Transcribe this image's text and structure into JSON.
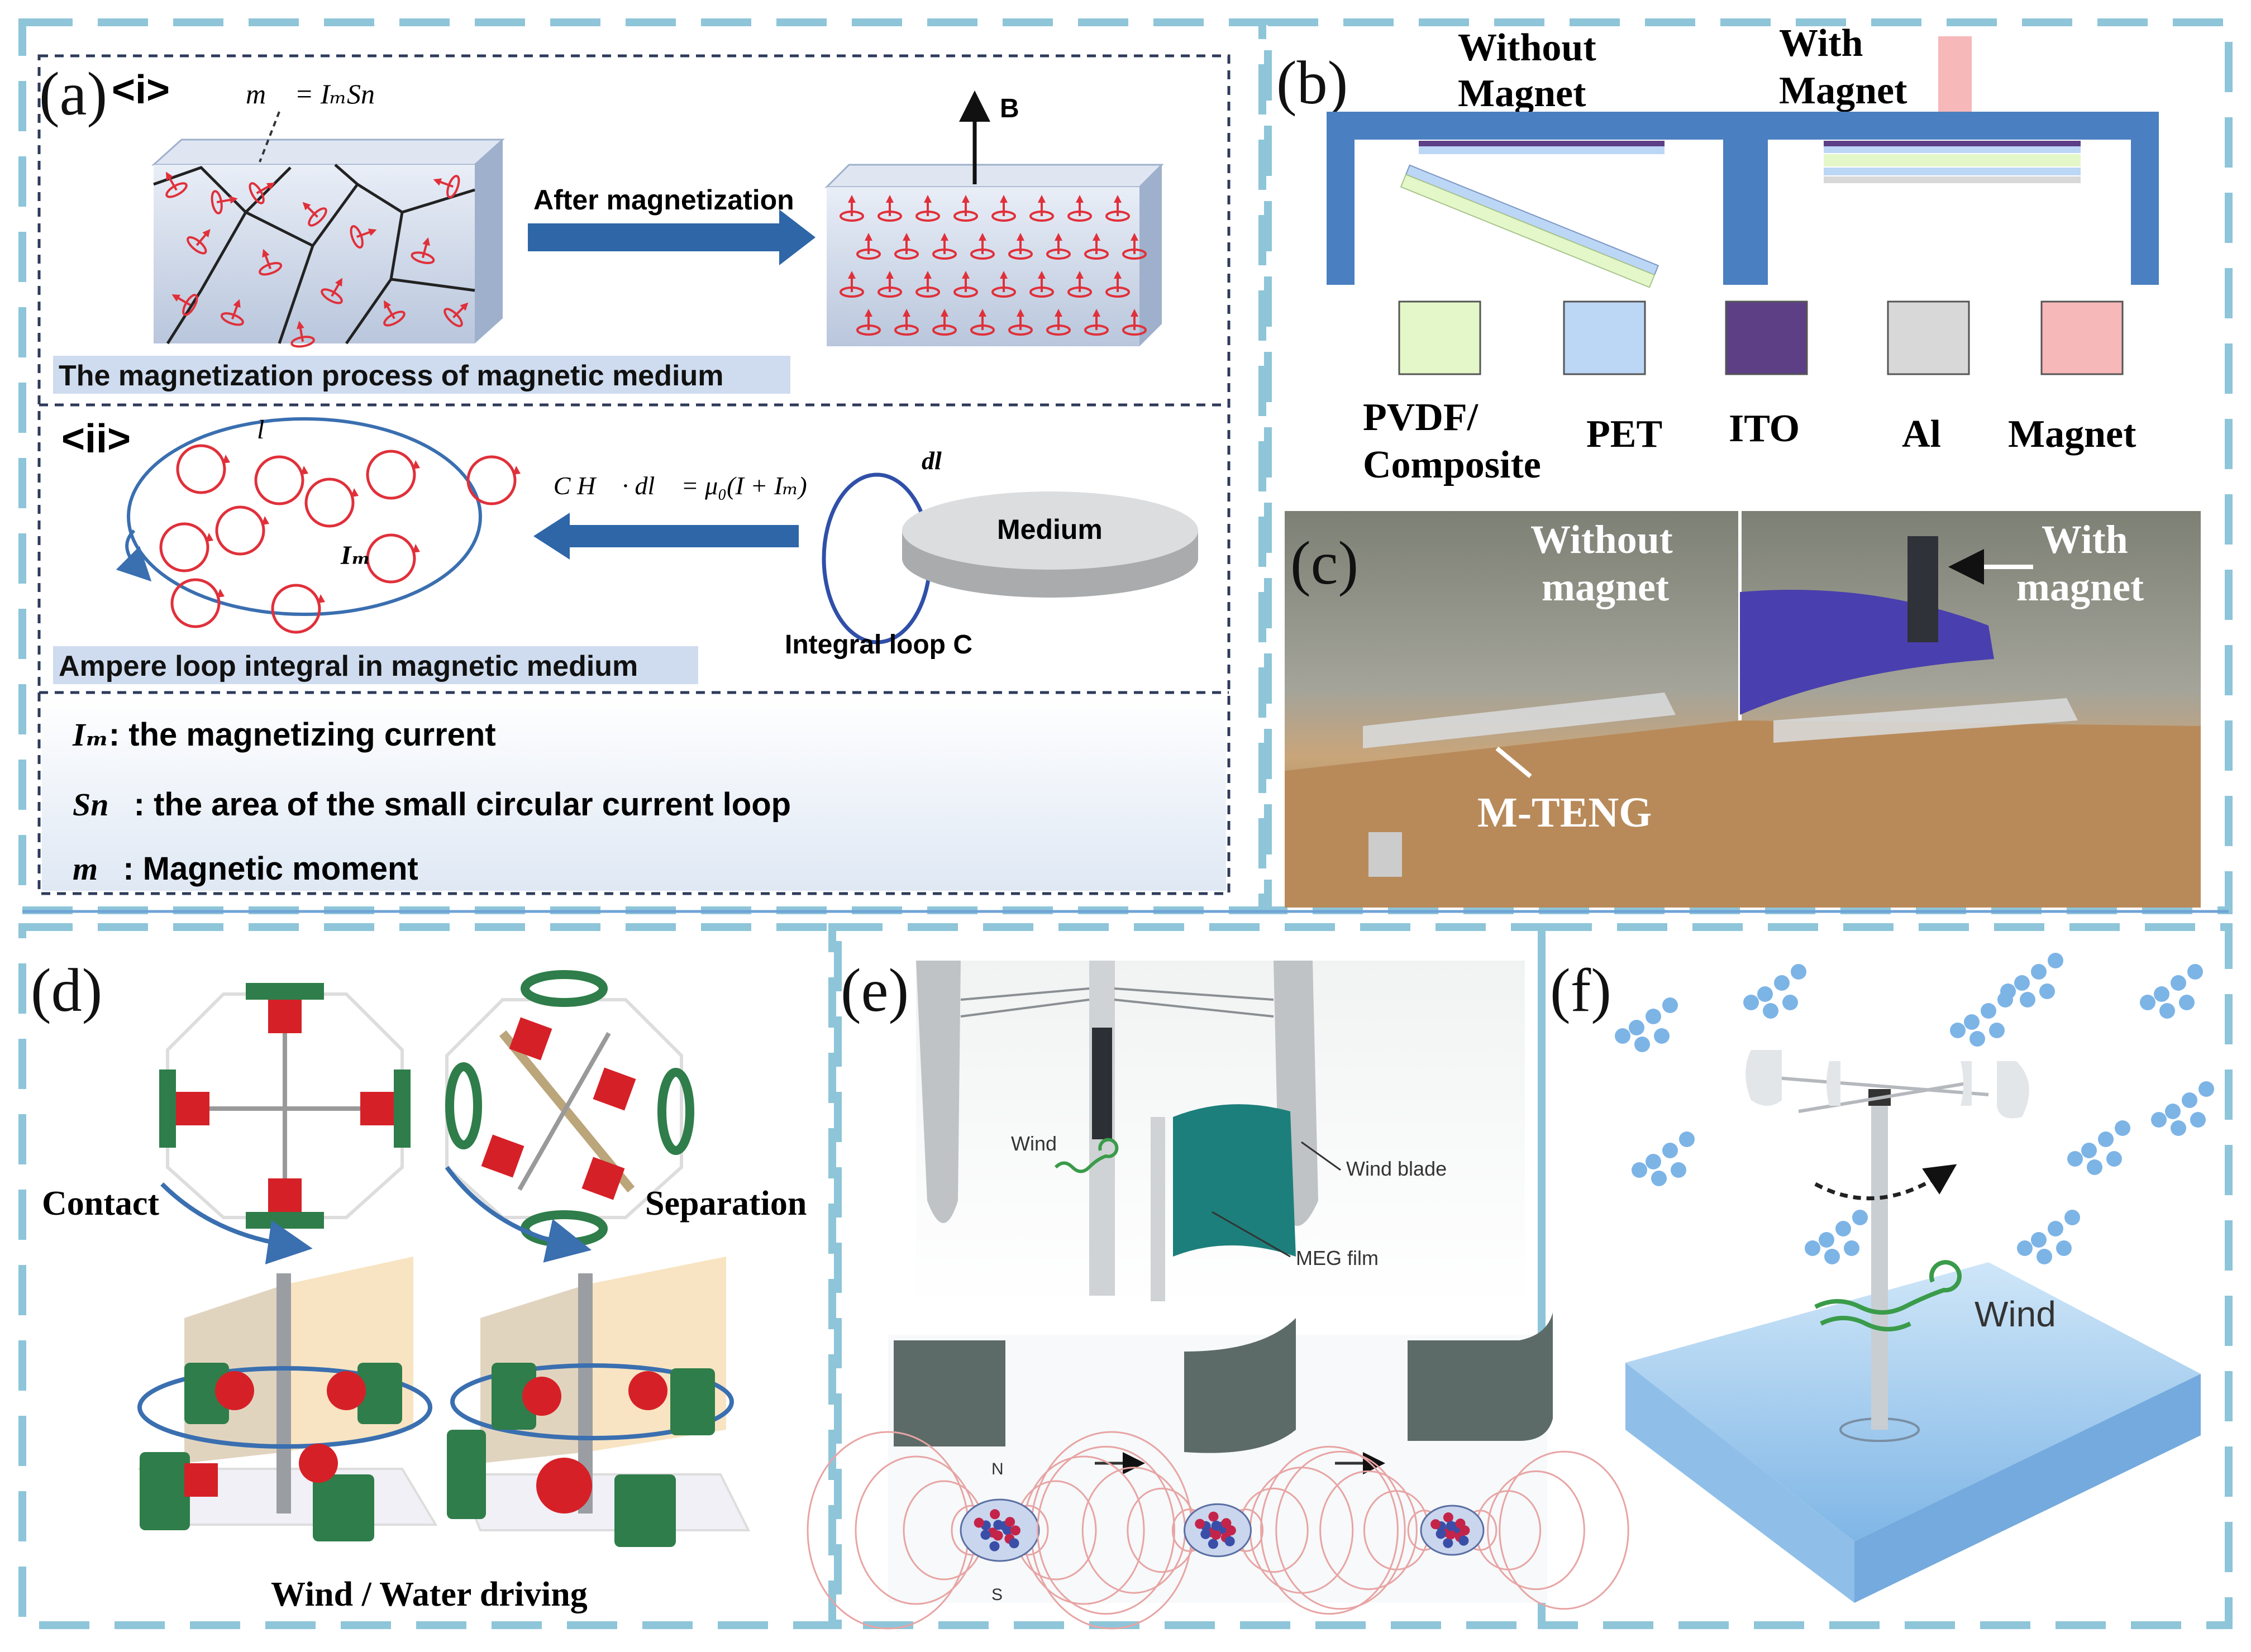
{
  "panel_a": {
    "label": "(a)",
    "sub_i": {
      "tag": "<i>",
      "moment_formula": "m⃗ = IₘSn⃗",
      "b_label": "B",
      "arrow_label": "After magnetization",
      "caption": "The magnetization process of magnetic medium"
    },
    "sub_ii": {
      "tag": "<ii>",
      "l_label": "l",
      "im_label": "Iₘ",
      "integral": "∮C H⃗ · dl⃗ = μ₀(I + Iₘ)",
      "dl_label": "dl⃗",
      "medium_label": "Medium",
      "loop_label": "Integral loop C",
      "caption": "Ampere loop integral in magnetic medium"
    },
    "legend": [
      {
        "sym": "Iₘ",
        "text": ": the magnetizing current"
      },
      {
        "sym": "Sn⃗",
        "text": ": the area of the small circular current loop"
      },
      {
        "sym": "m⃗",
        "text": ": Magnetic moment"
      }
    ]
  },
  "panel_b": {
    "label": "(b)",
    "without_title": [
      "Without",
      "Magnet"
    ],
    "with_title": [
      "With",
      "Magnet"
    ],
    "legend": [
      {
        "name": "PVDF/\nComposite",
        "color": "#e4f7c8"
      },
      {
        "name": "PET",
        "color": "#bcd6f6"
      },
      {
        "name": "ITO",
        "color": "#5d3f86"
      },
      {
        "name": "Al",
        "color": "#d8d8d8"
      },
      {
        "name": "Magnet",
        "color": "#f6b8b8"
      }
    ],
    "legend_labels": [
      "PVDF/",
      "Composite",
      "PET",
      "ITO",
      "Al",
      "Magnet"
    ]
  },
  "panel_c": {
    "label": "(c)",
    "without": [
      "Without",
      "magnet"
    ],
    "with": [
      "With",
      "magnet"
    ],
    "device": "M-TENG"
  },
  "panel_d": {
    "label": "(d)",
    "contact": "Contact",
    "separation": "Separation",
    "caption": "Wind / Water driving"
  },
  "panel_e": {
    "label": "(e)",
    "wind": "Wind",
    "blade": "Wind blade",
    "film": "MEG film",
    "north": "N",
    "south": "S"
  },
  "panel_f": {
    "label": "(f)",
    "wind": "Wind"
  },
  "colors": {
    "dash_border": "#8ec5d9",
    "frame_blue": "#4a7fc1",
    "arrow_blue": "#3a6fb0",
    "magnet_red": "#e0303a",
    "caption_bg": "#cfdcef"
  }
}
